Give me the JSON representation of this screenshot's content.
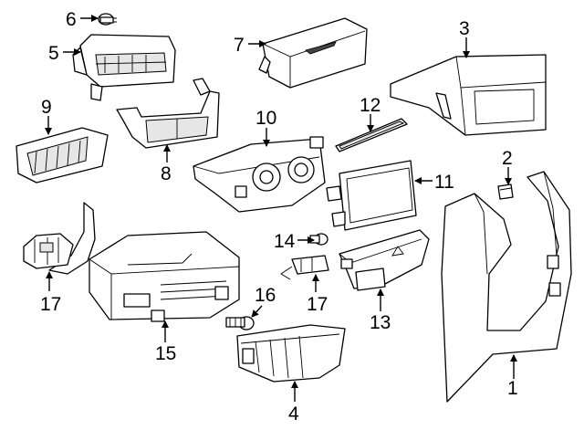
{
  "callouts": {
    "c1": "1",
    "c2": "2",
    "c3": "3",
    "c4": "4",
    "c5": "5",
    "c6": "6",
    "c7": "7",
    "c8": "8",
    "c9": "9",
    "c10": "10",
    "c11": "11",
    "c12": "12",
    "c13": "13",
    "c14": "14",
    "c15": "15",
    "c16": "16",
    "c17a": "17",
    "c17b": "17"
  },
  "colors": {
    "line": "#000000",
    "background": "#ffffff",
    "shade": "#e6e6e6"
  }
}
